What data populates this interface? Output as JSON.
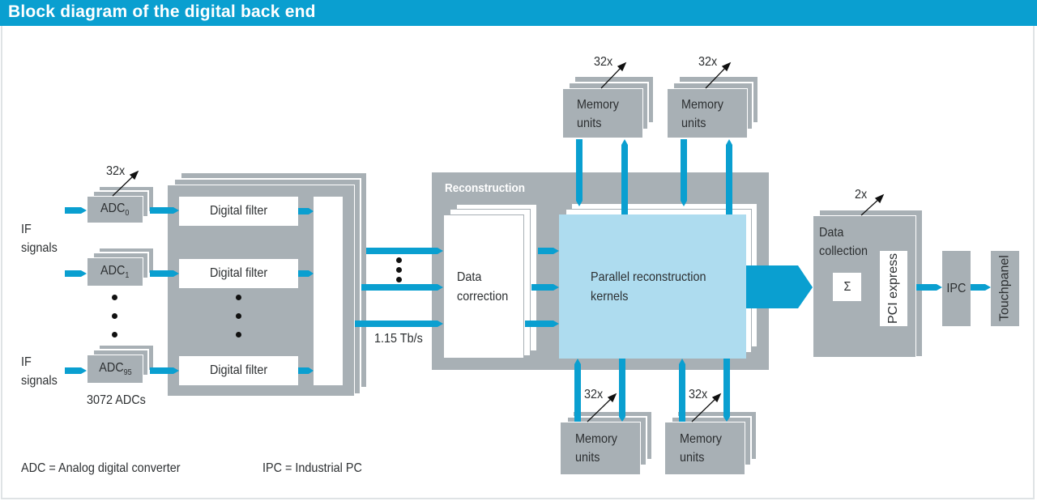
{
  "title": "Block diagram of the digital back end",
  "colors": {
    "header": "#0a9fd0",
    "arrow": "#0a9fd0",
    "block_gray": "#a8b0b5",
    "kernel_fill": "#aedcef",
    "text": "#2c2f31"
  },
  "inputs": {
    "if_signals_top": "IF\nsignals",
    "if_signals_bottom": "IF\nsignals",
    "if_line1": "IF",
    "if_line2": "signals"
  },
  "adcs": {
    "multiplier": "32x",
    "units": [
      {
        "base": "ADC",
        "sub": "0"
      },
      {
        "base": "ADC",
        "sub": "1"
      },
      {
        "base": "ADC",
        "sub": "95"
      }
    ],
    "total_label": "3072 ADCs"
  },
  "filters": {
    "label": "Digital filter",
    "count_visible": 3
  },
  "link": {
    "throughput_label": "1.15 Tb/s"
  },
  "reconstruction": {
    "title": "Reconstruction",
    "data_correction_line1": "Data",
    "data_correction_line2": "correction",
    "kernels_line1": "Parallel reconstruction",
    "kernels_line2": "kernels"
  },
  "memory": {
    "multiplier": "32x",
    "line1": "Memory",
    "line2": "units",
    "count_visible": 4
  },
  "data_collection": {
    "multiplier": "2x",
    "line1": "Data",
    "line2": "collection",
    "sum_symbol": "Σ",
    "pci_label": "PCI express"
  },
  "ipc": {
    "label": "IPC"
  },
  "touchpanel": {
    "label": "Touchpanel"
  },
  "legend": {
    "adc": "ADC = Analog digital converter",
    "ipc": "IPC = Industrial PC"
  }
}
